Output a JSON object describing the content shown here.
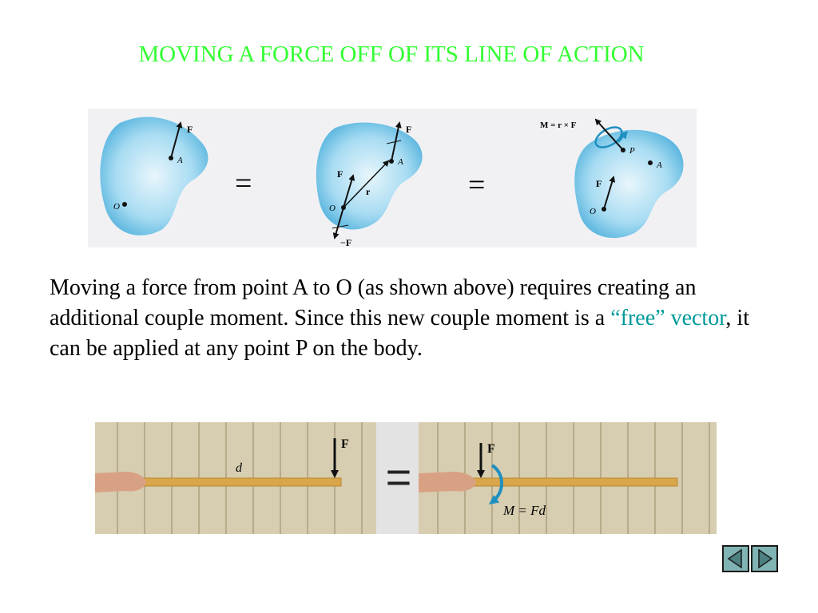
{
  "slide": {
    "title": "MOVING A FORCE OFF OF ITS LINE OF ACTION",
    "paragraph": {
      "part1": "Moving a force from point A to O (as shown above) requires creating an additional couple moment.  Since this new couple moment is a ",
      "open_quote": "“",
      "free_word": "free",
      "close_quote": "”",
      "vector_word": " vector",
      "part2": ", it can be applied at any point P on the body."
    }
  },
  "top_figure": {
    "equals_sign": "=",
    "panel1": {
      "force_label": "F",
      "point_a_label": "A",
      "point_o_label": "O"
    },
    "panel2": {
      "force_label_a": "F",
      "force_label_o": "F",
      "neg_force_label": "−F",
      "r_label": "r",
      "point_a_label": "A",
      "point_o_label": "O"
    },
    "panel3": {
      "moment_formula": "M = r × F",
      "point_p_label": "P",
      "point_a_label": "A",
      "force_label": "F",
      "point_o_label": "O"
    }
  },
  "bottom_figure": {
    "equals_sign": "=",
    "left_photo": {
      "force_label": "F",
      "distance_label": "d"
    },
    "right_photo": {
      "force_label": "F",
      "moment_label": "M = Fd"
    }
  },
  "navigation": {
    "prev_icon": "triangle-left-icon",
    "next_icon": "triangle-right-icon"
  },
  "colors": {
    "title": "#33ff33",
    "emphasis": "#009999",
    "blob": "#7fc6e6",
    "moment": "#1f8fc0",
    "nav": "#80b3b3"
  }
}
